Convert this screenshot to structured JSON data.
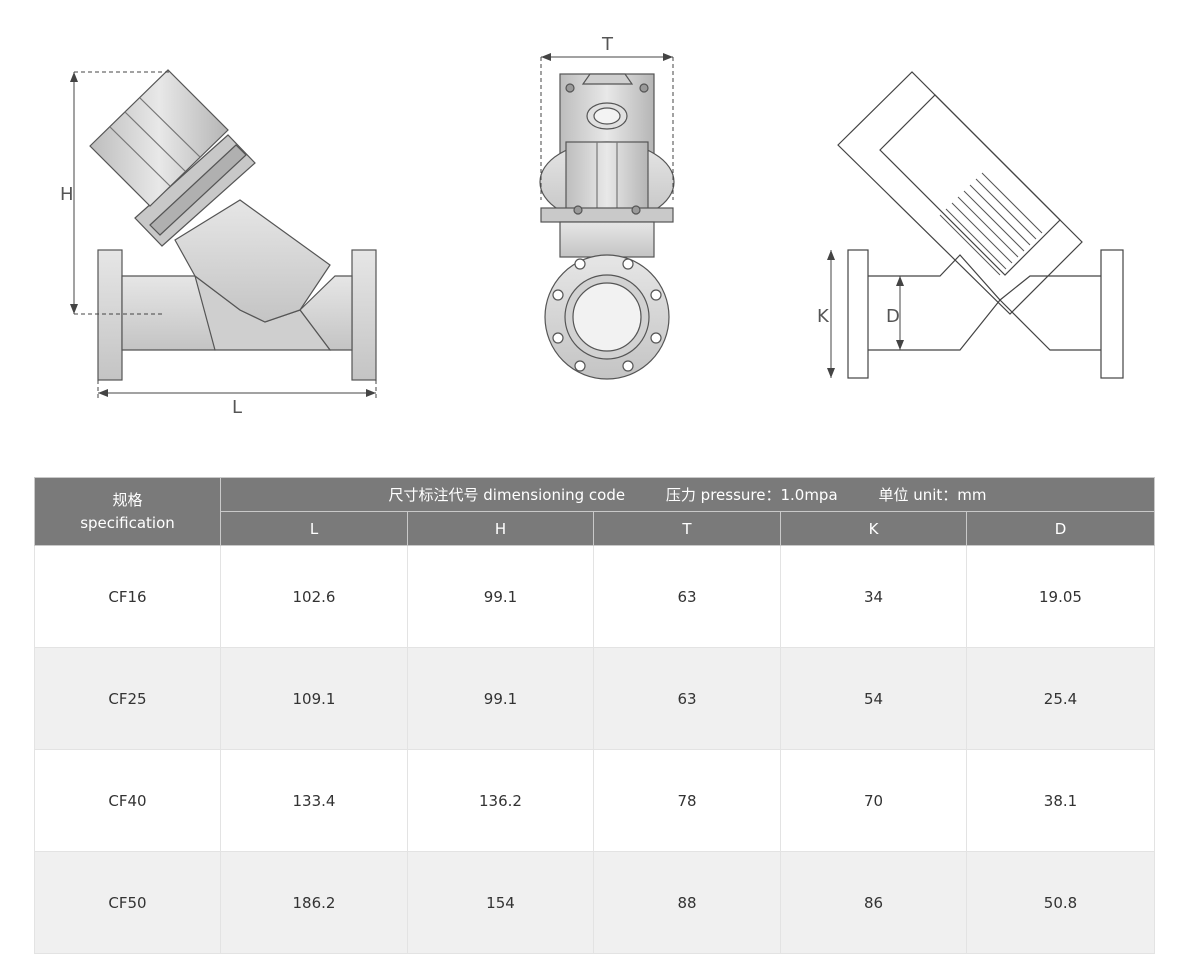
{
  "diagram": {
    "labels": {
      "H": "H",
      "L": "L",
      "T": "T",
      "K": "K",
      "D": "D"
    }
  },
  "table": {
    "spec_header_cn": "规格",
    "spec_header_en": "specification",
    "header_dimension": "尺寸标注代号 dimensioning code",
    "header_pressure": "压力 pressure：1.0mpa",
    "header_unit": "单位 unit：mm",
    "columns": [
      "L",
      "H",
      "T",
      "K",
      "D"
    ],
    "rows": [
      {
        "spec": "CF16",
        "L": "102.6",
        "H": "99.1",
        "T": "63",
        "K": "34",
        "D": "19.05"
      },
      {
        "spec": "CF25",
        "L": "109.1",
        "H": "99.1",
        "T": "63",
        "K": "54",
        "D": "25.4"
      },
      {
        "spec": "CF40",
        "L": "133.4",
        "H": "136.2",
        "T": "78",
        "K": "70",
        "D": "38.1"
      },
      {
        "spec": "CF50",
        "L": "186.2",
        "H": "154",
        "T": "88",
        "K": "86",
        "D": "50.8"
      }
    ]
  },
  "colors": {
    "header_bg": "#7a7a7a",
    "alt_row_bg": "#f0f0f0",
    "drawing_fill": "#d6d6d6",
    "drawing_stroke": "#555555"
  }
}
